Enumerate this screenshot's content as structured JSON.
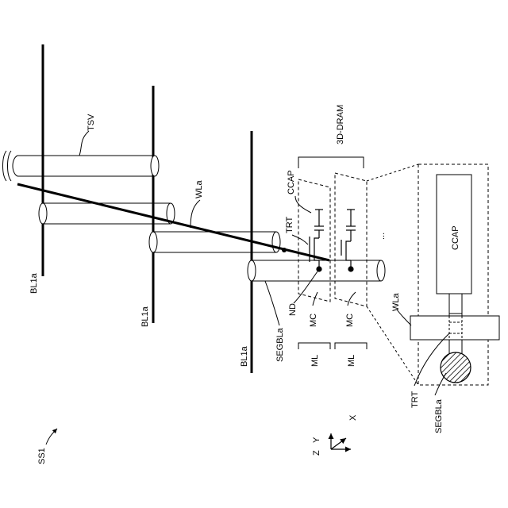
{
  "labels": {
    "tsv": "TSV",
    "wla_top": "WLa",
    "dram": "3D-DRAM",
    "ccap": "CCAP",
    "trt": "TRT",
    "bl1a_1": "BL1a",
    "bl1a_2": "BL1a",
    "bl1a_3": "BL1a",
    "segbla": "SEGBLa",
    "nd": "ND",
    "mc_1": "MC",
    "mc_2": "MC",
    "ml_1": "ML",
    "ml_2": "ML",
    "ellipsis": "...",
    "zoom_ccap": "CCAP",
    "zoom_wla": "WLa",
    "zoom_trt": "TRT",
    "zoom_segbla": "SEGBLa",
    "axis_x": "X",
    "axis_y": "Y",
    "axis_z": "Z",
    "ss1": "SS1"
  }
}
